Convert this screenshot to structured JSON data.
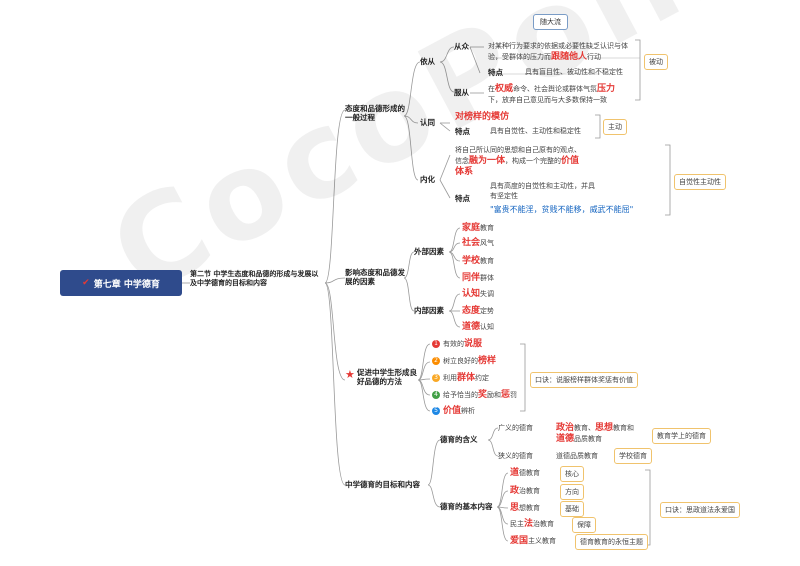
{
  "root": {
    "label": "第七章 中学德育"
  },
  "section": {
    "label": "第二节 中学生态度和品德的形成与发展以及中学德育的目标和内容"
  },
  "watermark": "CocoPoints",
  "b1": {
    "label": "态度和品德形成的一般过程",
    "yicong": {
      "label": "依从",
      "congzhong": {
        "label": "从众",
        "callout": "随大流",
        "desc_1": "对某种行为要求的依据或必要性缺乏认识与体",
        "desc_2a": "验，受群体的压力而",
        "desc_2r": "跟随他人",
        "desc_2b": "行动",
        "tedian": "特点",
        "tedian_text": "具有盲目性、被动性和不稳定性"
      },
      "fucong": {
        "label": "服从",
        "l1a": "在",
        "l1r": "权威",
        "l1b": "命令、社会舆论或群体气氛",
        "l1r2": "压力",
        "l2": "下，放弃自己意见而与大多数保持一致"
      },
      "tag": "被动"
    },
    "rentong": {
      "label": "认同",
      "main": "对榜样的模仿",
      "tedian": "特点",
      "tedian_text": "具有自觉性、主动性和稳定性",
      "tag": "主动"
    },
    "neihua": {
      "label": "内化",
      "l1": "将自己所认同的思想和自己原有的观点、",
      "l2a": "信念",
      "l2r": "融为一体",
      "l2b": "，构成一个完整的",
      "l2r2": "价值",
      "l3r": "体系",
      "tedian": "特点",
      "t1": "具有高度的自觉性和主动性，并具",
      "t2": "有坚定性",
      "quote": "\"富贵不能淫，贫贱不能移，威武不能屈\"",
      "tag": "自觉性主动性"
    }
  },
  "b2": {
    "label": "影响态度和品德发展的因素",
    "waibu": {
      "label": "外部因素",
      "items": [
        {
          "r": "家庭",
          "t": "教育"
        },
        {
          "r": "社会",
          "t": "风气"
        },
        {
          "r": "学校",
          "t": "教育"
        },
        {
          "r": "同伴",
          "t": "群体"
        }
      ]
    },
    "neibu": {
      "label": "内部因素",
      "items": [
        {
          "r": "认知",
          "t": "失调"
        },
        {
          "r": "态度",
          "t": "定势"
        },
        {
          "r": "道德",
          "t": "认知"
        }
      ]
    }
  },
  "b3": {
    "label": "促进中学生形成良好品德的方法",
    "items": [
      {
        "n": "1",
        "a": "有效的",
        "r": "说服",
        "b": ""
      },
      {
        "n": "2",
        "a": "树立良好的",
        "r": "榜样",
        "b": ""
      },
      {
        "n": "3",
        "a": "利用",
        "r": "群体",
        "b": "约定"
      },
      {
        "n": "4",
        "a": "给予恰当的",
        "r": "奖",
        "b": "励和",
        "r2": "惩",
        "c": "罚"
      },
      {
        "n": "5",
        "a": "",
        "r": "价值",
        "b": "辨析"
      }
    ],
    "mnemonic": "口诀：说服榜样群体奖惩有价值"
  },
  "b4": {
    "label": "中学德育的目标和内容",
    "hanyi": {
      "label": "德育的含义",
      "guang": "广义的德育",
      "guang_a": "政治",
      "guang_b": "教育、",
      "guang_c": "思想",
      "guang_d": "教育和",
      "guang_e": "道德",
      "guang_f": "品质教育",
      "guang_tag": "教育学上的德育",
      "xia": "狭义的德育",
      "xia_text": "道德品质教育",
      "xia_tag": "学校德育"
    },
    "neirong": {
      "label": "德育的基本内容",
      "items": [
        {
          "r": "道",
          "t": "德教育",
          "tag": "核心"
        },
        {
          "r": "政",
          "t": "治教育",
          "tag": "方向"
        },
        {
          "r": "思",
          "t": "想教育",
          "tag": "基础"
        },
        {
          "pre": "民主",
          "r": "法",
          "t": "治教育",
          "tag": "保障"
        },
        {
          "r": "爱国",
          "t": "主义教育",
          "tag": "德育教育的永恒主题"
        }
      ],
      "mnemonic": "口诀：思政道法永爱国"
    }
  },
  "colors": {
    "root_bg": "#2f4b8c",
    "line": "#888888",
    "red": "#e53935",
    "tag_border": "#f0c36d",
    "blue": "#1565c0"
  }
}
